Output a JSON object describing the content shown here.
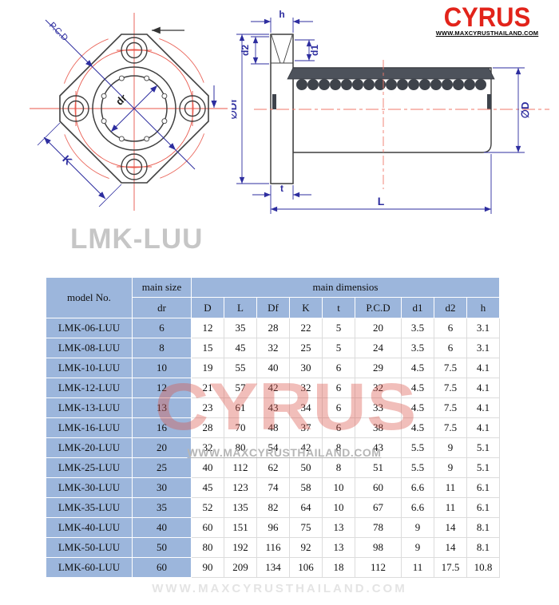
{
  "logo": {
    "brand": "CYRUS",
    "url": "WWW.MAXCYRUSTHAILAND.COM"
  },
  "page_title": "LMK-LUU",
  "front_view": {
    "pcd_label": "P.C.D",
    "k_label": "K",
    "dr_label": "dr"
  },
  "side_view": {
    "h_label": "h",
    "d2_label": "d2",
    "d1_label": "d1",
    "df_label": "∅Df",
    "d_label": "∅D",
    "t_label": "t",
    "l_label": "L"
  },
  "watermark": {
    "brand": "CYRUS",
    "url": "WWW.MAXCYRUSTHAILAND.COM",
    "bottom_url": "WWW.MAXCYRUSTHAILAND.COM"
  },
  "table": {
    "header": {
      "model_no": "model No.",
      "main_size": "main size",
      "main_dimensions": "main dimensios",
      "dr": "dr",
      "dim_columns": [
        "D",
        "L",
        "Df",
        "K",
        "t",
        "P.C.D",
        "d1",
        "d2",
        "h"
      ]
    },
    "rows": [
      {
        "model": "LMK-06-LUU",
        "dr": "6",
        "dims": [
          "12",
          "35",
          "28",
          "22",
          "5",
          "20",
          "3.5",
          "6",
          "3.1"
        ]
      },
      {
        "model": "LMK-08-LUU",
        "dr": "8",
        "dims": [
          "15",
          "45",
          "32",
          "25",
          "5",
          "24",
          "3.5",
          "6",
          "3.1"
        ]
      },
      {
        "model": "LMK-10-LUU",
        "dr": "10",
        "dims": [
          "19",
          "55",
          "40",
          "30",
          "6",
          "29",
          "4.5",
          "7.5",
          "4.1"
        ]
      },
      {
        "model": "LMK-12-LUU",
        "dr": "12",
        "dims": [
          "21",
          "57",
          "42",
          "32",
          "6",
          "32",
          "4.5",
          "7.5",
          "4.1"
        ]
      },
      {
        "model": "LMK-13-LUU",
        "dr": "13",
        "dims": [
          "23",
          "61",
          "43",
          "34",
          "6",
          "33",
          "4.5",
          "7.5",
          "4.1"
        ]
      },
      {
        "model": "LMK-16-LUU",
        "dr": "16",
        "dims": [
          "28",
          "70",
          "48",
          "37",
          "6",
          "38",
          "4.5",
          "7.5",
          "4.1"
        ]
      },
      {
        "model": "LMK-20-LUU",
        "dr": "20",
        "dims": [
          "32",
          "80",
          "54",
          "42",
          "8",
          "43",
          "5.5",
          "9",
          "5.1"
        ]
      },
      {
        "model": "LMK-25-LUU",
        "dr": "25",
        "dims": [
          "40",
          "112",
          "62",
          "50",
          "8",
          "51",
          "5.5",
          "9",
          "5.1"
        ]
      },
      {
        "model": "LMK-30-LUU",
        "dr": "30",
        "dims": [
          "45",
          "123",
          "74",
          "58",
          "10",
          "60",
          "6.6",
          "11",
          "6.1"
        ]
      },
      {
        "model": "LMK-35-LUU",
        "dr": "35",
        "dims": [
          "52",
          "135",
          "82",
          "64",
          "10",
          "67",
          "6.6",
          "11",
          "6.1"
        ]
      },
      {
        "model": "LMK-40-LUU",
        "dr": "40",
        "dims": [
          "60",
          "151",
          "96",
          "75",
          "13",
          "78",
          "9",
          "14",
          "8.1"
        ]
      },
      {
        "model": "LMK-50-LUU",
        "dr": "50",
        "dims": [
          "80",
          "192",
          "116",
          "92",
          "13",
          "98",
          "9",
          "14",
          "8.1"
        ]
      },
      {
        "model": "LMK-60-LUU",
        "dr": "60",
        "dims": [
          "90",
          "209",
          "134",
          "106",
          "18",
          "112",
          "11",
          "17.5",
          "10.8"
        ]
      }
    ]
  },
  "colors": {
    "header_blue": "#9cb6dc",
    "logo_red": "#e2231a",
    "dimension_blue": "#2d2d9f",
    "centerline_red": "#e8564a",
    "drawing_line": "#3f3f3f",
    "watermark_pink": "#e8a49e",
    "title_gray": "#c6c6c6"
  }
}
